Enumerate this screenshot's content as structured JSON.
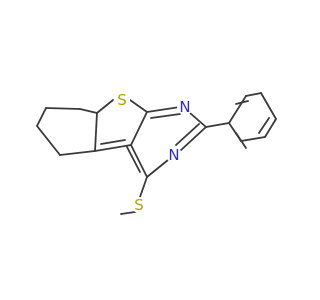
{
  "molecule": {
    "atom_labels": {
      "sulfur_ring": "S",
      "nitrogen_upper": "N",
      "nitrogen_lower": "N",
      "sulfur_methyl": "S"
    },
    "colors": {
      "bond": "#3a3a3a",
      "sulfur": "#b5a300",
      "nitrogen": "#2a2ad6",
      "background": "#ffffff"
    }
  }
}
